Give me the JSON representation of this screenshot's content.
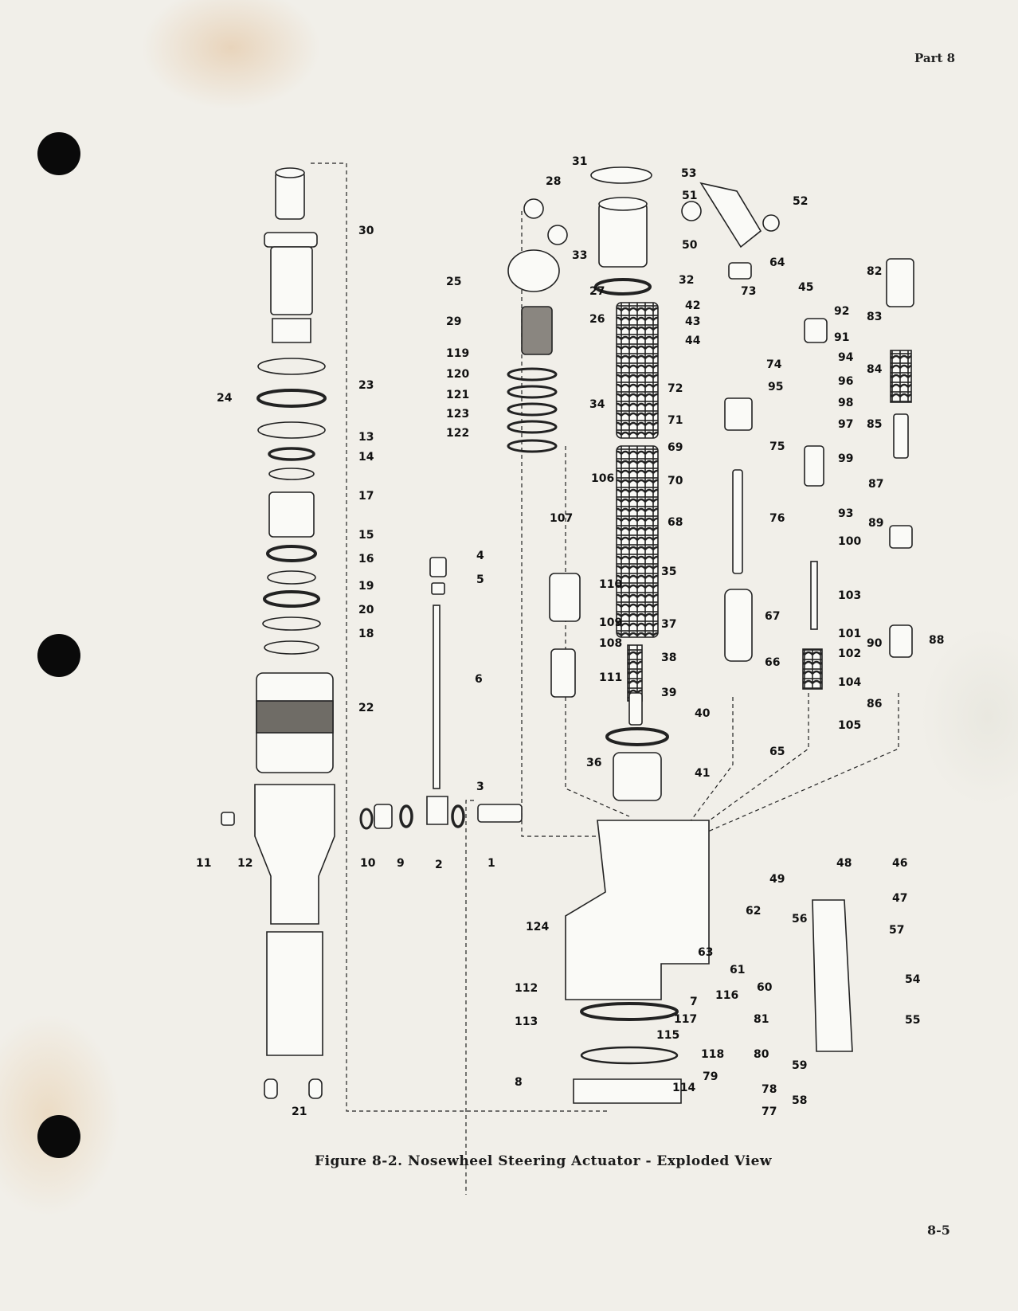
{
  "header": {
    "part": "Part 8"
  },
  "footer": {
    "page_number": "8-5"
  },
  "figure": {
    "caption": "Figure 8-2. Nosewheel Steering Actuator - Exploded View"
  },
  "callouts": [
    "1",
    "2",
    "3",
    "4",
    "5",
    "6",
    "7",
    "8",
    "9",
    "10",
    "11",
    "12",
    "13",
    "14",
    "15",
    "16",
    "17",
    "18",
    "19",
    "20",
    "21",
    "22",
    "23",
    "24",
    "25",
    "26",
    "27",
    "28",
    "29",
    "30",
    "31",
    "32",
    "33",
    "34",
    "35",
    "36",
    "37",
    "38",
    "39",
    "40",
    "41",
    "42",
    "43",
    "44",
    "45",
    "46",
    "47",
    "48",
    "49",
    "50",
    "51",
    "52",
    "53",
    "54",
    "55",
    "56",
    "57",
    "58",
    "59",
    "60",
    "61",
    "62",
    "63",
    "64",
    "65",
    "66",
    "67",
    "68",
    "69",
    "70",
    "71",
    "72",
    "73",
    "74",
    "75",
    "76",
    "77",
    "78",
    "79",
    "80",
    "81",
    "82",
    "83",
    "84",
    "85",
    "86",
    "87",
    "88",
    "89",
    "90",
    "91",
    "92",
    "93",
    "94",
    "95",
    "96",
    "97",
    "98",
    "99",
    "100",
    "101",
    "102",
    "103",
    "104",
    "105",
    "106",
    "107",
    "108",
    "109",
    "110",
    "111",
    "112",
    "113",
    "114",
    "115",
    "116",
    "117",
    "118",
    "119",
    "120",
    "121",
    "122",
    "123",
    "124"
  ]
}
